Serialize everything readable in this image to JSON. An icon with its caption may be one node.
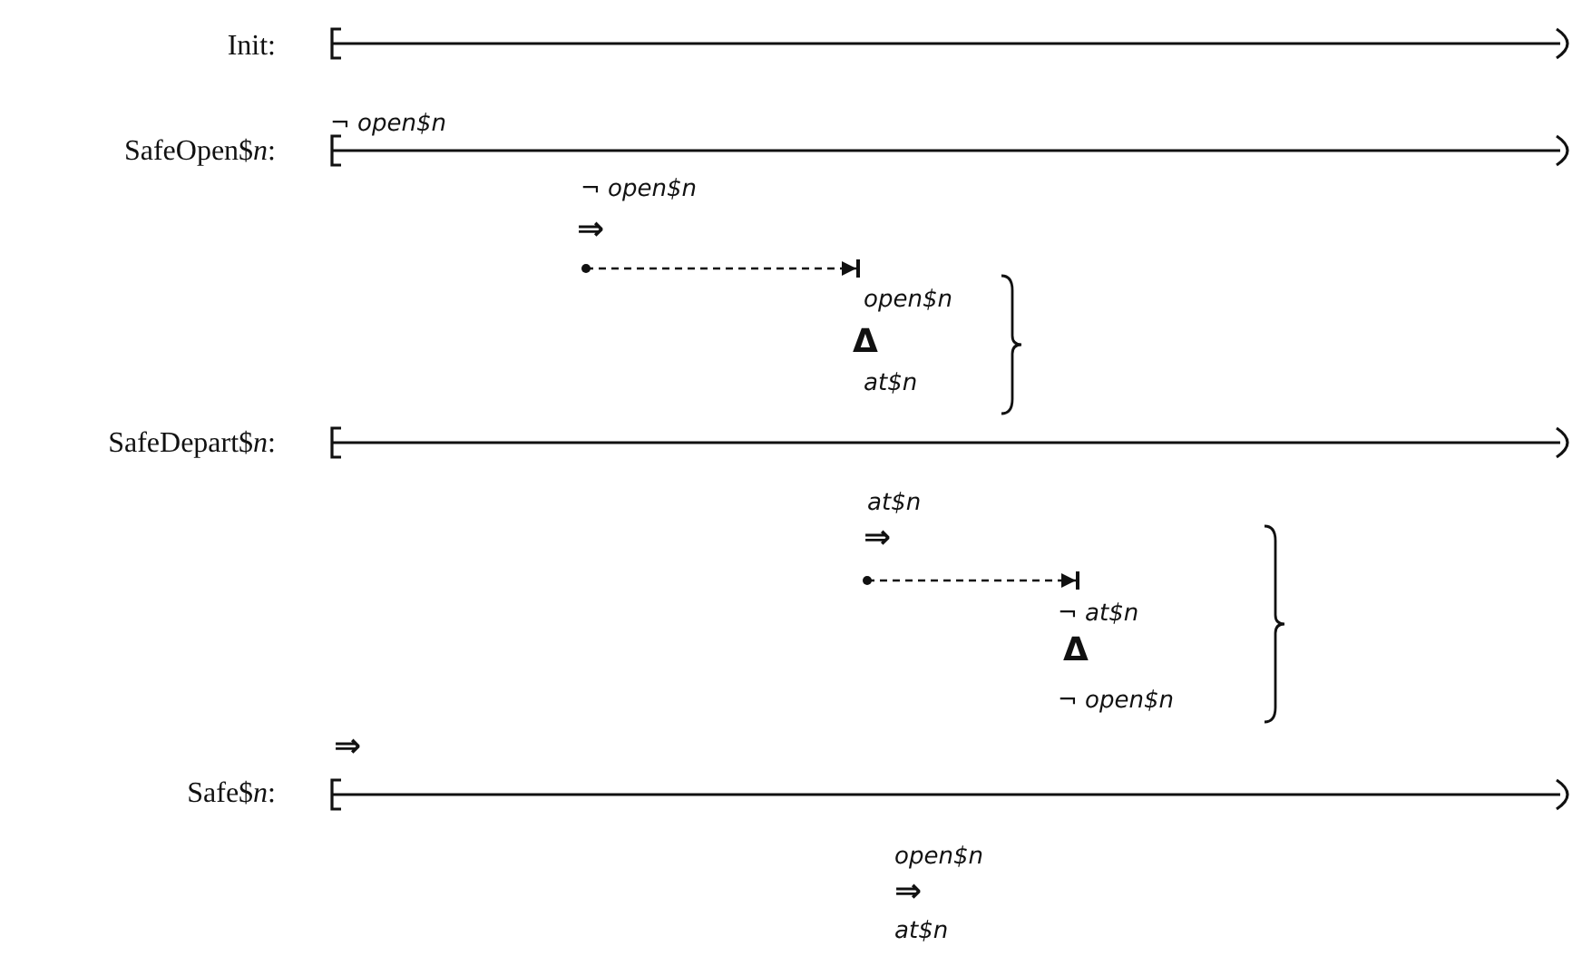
{
  "diagram": {
    "labels": [
      "Init:",
      "¬ open$n",
      "SafeOpen$*n*:",
      "¬ open$n",
      "⇒",
      "open$n",
      "Δ",
      "at$n",
      "SafeDepart$*n*:",
      "at$n",
      "⇒",
      "¬ at$n",
      "Δ",
      "¬ open$n",
      "⇒",
      "Safe$*n*:",
      "open$n",
      "⇒",
      "at$n"
    ]
  }
}
